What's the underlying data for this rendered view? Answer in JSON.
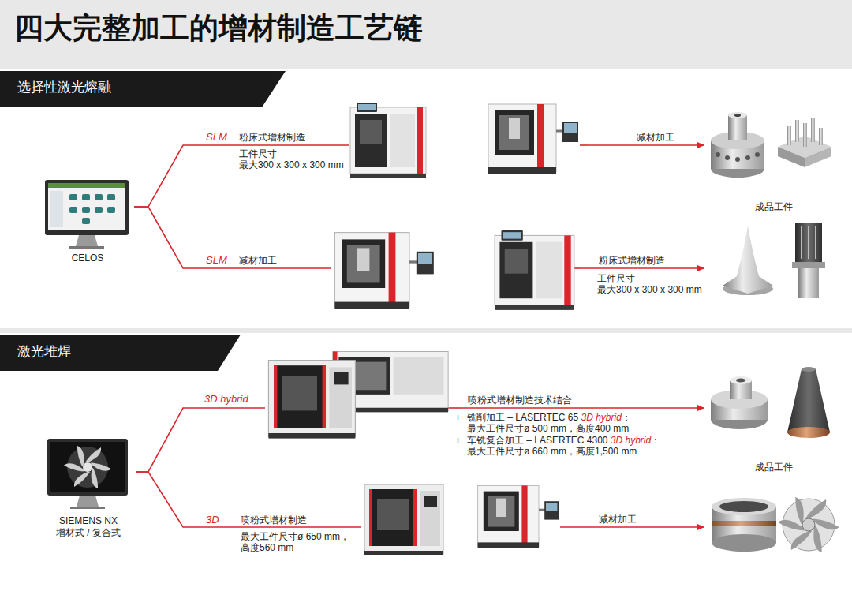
{
  "diagram": {
    "title": "四大完整加工的增材制造工艺链",
    "nodes": [
      {
        "text": [
          "选择性激光熔融"
        ]
      },
      {
        "text": [
          "CELOS"
        ],
        "in": 0
      },
      {
        "text": [
          "SLM",
          "粉床式增材制造",
          "工件尺寸",
          "最大300 x 300 x 300 mm"
        ],
        "in": 0
      },
      {
        "text": [
          "SLM",
          "减材加工"
        ],
        "in": 0
      },
      {
        "text": [
          "成品工件"
        ],
        "in": 0
      },
      {
        "text": [
          "激光堆焊"
        ]
      },
      {
        "text": [
          "SIEMENS NX",
          "增材式 / 复合式"
        ],
        "in": 5
      },
      {
        "text": [
          "3D hybrid"
        ],
        "in": 5
      },
      {
        "text": [
          "3D",
          "喷粉式增材制造",
          "最大工件尺寸ø 650 mm，",
          "高度560 mm"
        ],
        "in": 5
      },
      {
        "text": [
          "成品工件"
        ],
        "in": 5
      }
    ],
    "edges": [
      {
        "from": 1,
        "to": 2,
        "arrow": "none"
      },
      {
        "from": 1,
        "to": 3,
        "arrow": "none"
      },
      {
        "from": 2,
        "to": 4,
        "arrow": "to",
        "label": "减材加工"
      },
      {
        "from": 3,
        "to": 4,
        "arrow": "to",
        "label": "粉床式增材制造"
      },
      {
        "from": 6,
        "to": 7,
        "arrow": "none"
      },
      {
        "from": 6,
        "to": 8,
        "arrow": "none"
      },
      {
        "from": 7,
        "to": 9,
        "arrow": "to",
        "label": "喷粉式增材制造技术结合"
      },
      {
        "from": 8,
        "to": 9,
        "arrow": "to",
        "label": "减材加工"
      }
    ],
    "labels": [
      "工件尺寸",
      "最大300 x 300 x 300 mm",
      "+",
      "铣削加工 – LASERTEC 65 3D hybrid：",
      "最大工件尺寸ø 500 mm，高度400 mm",
      "+",
      "车铣复合加工 – LASERTEC 4300 3D hybrid：",
      "最大工件尺寸ø 660 mm，高度1,500 mm"
    ]
  }
}
